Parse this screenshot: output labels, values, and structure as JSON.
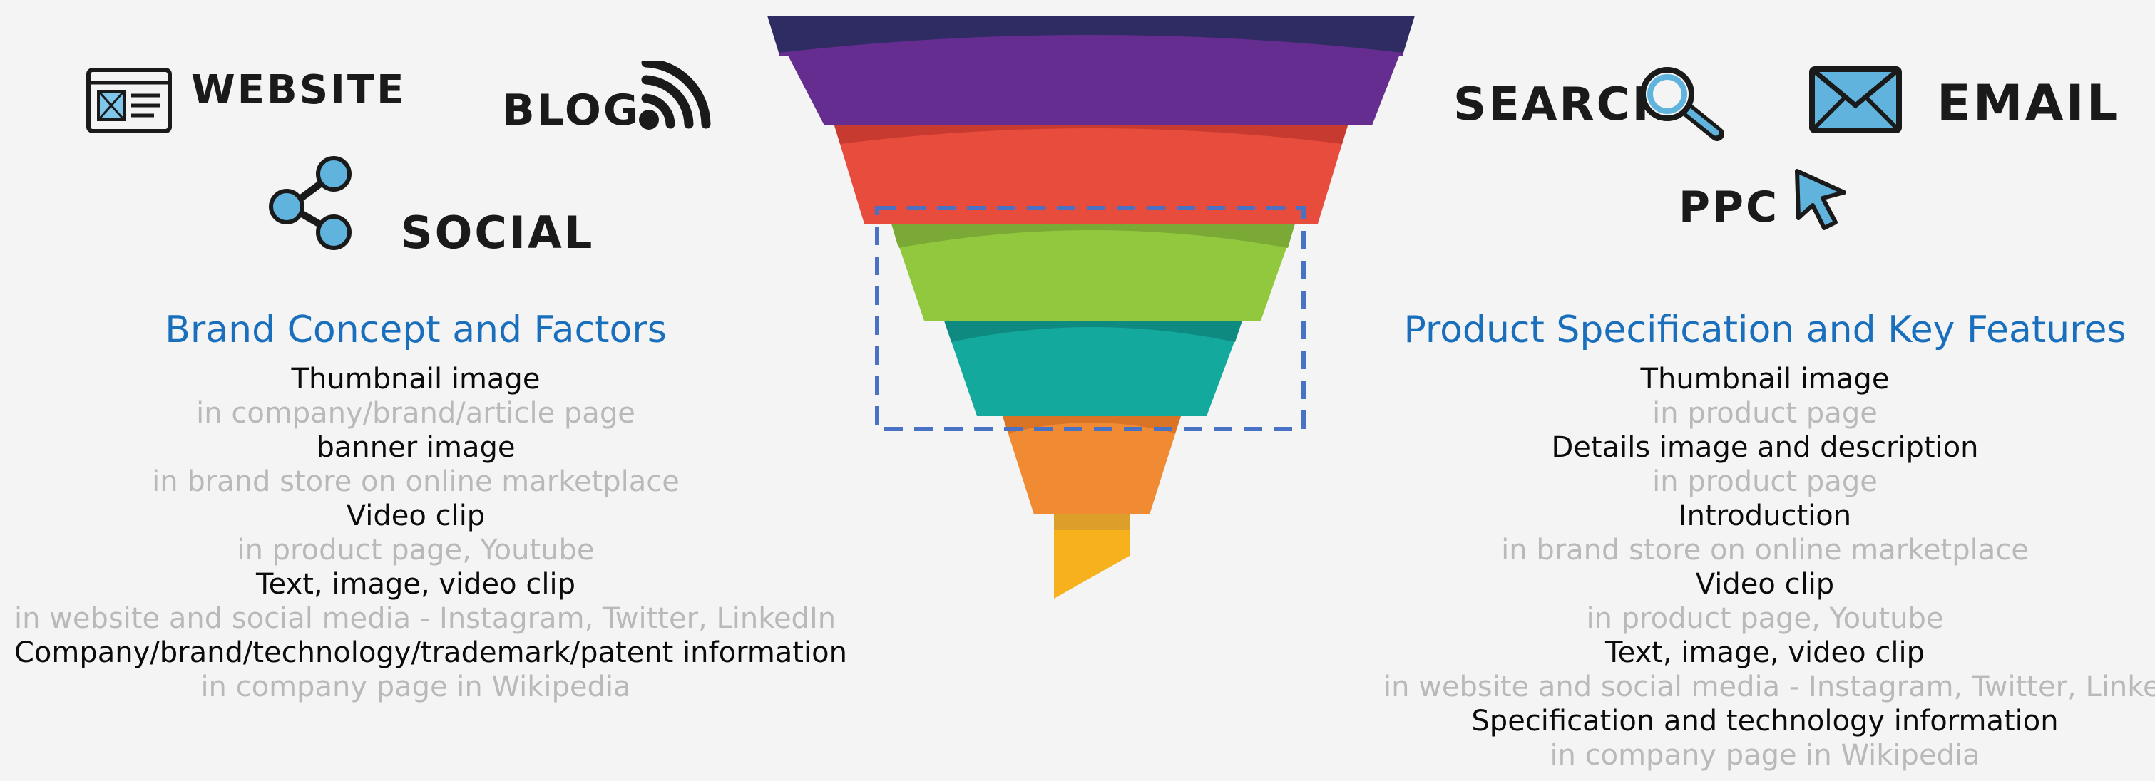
{
  "icons": {
    "website": "WEBSITE",
    "blog": "BLOG",
    "social": "SOCIAL",
    "search": "SEARCH",
    "email": "EMAIL",
    "ppc": "PPC"
  },
  "left": {
    "title": "Brand Concept and Factors",
    "lines": [
      {
        "text": "Thumbnail image",
        "kind": "primary"
      },
      {
        "text": "in company/brand/article page",
        "kind": "secondary"
      },
      {
        "text": "banner image",
        "kind": "primary"
      },
      {
        "text": "in brand store on online marketplace",
        "kind": "secondary"
      },
      {
        "text": "Video clip",
        "kind": "primary"
      },
      {
        "text": "in product page, Youtube",
        "kind": "secondary"
      },
      {
        "text": "Text, image, video clip",
        "kind": "primary"
      },
      {
        "text": "in website and social media - Instagram, Twitter, LinkedIn",
        "kind": "secondary"
      },
      {
        "text": "Company/brand/technology/trademark/patent information",
        "kind": "primary"
      },
      {
        "text": "in company page in Wikipedia",
        "kind": "secondary"
      }
    ]
  },
  "right": {
    "title": "Product Specification and Key Features",
    "lines": [
      {
        "text": "Thumbnail image",
        "kind": "primary"
      },
      {
        "text": "in product page",
        "kind": "secondary"
      },
      {
        "text": "Details image and description",
        "kind": "primary"
      },
      {
        "text": "in product page",
        "kind": "secondary"
      },
      {
        "text": "Introduction",
        "kind": "primary"
      },
      {
        "text": "in brand store on online marketplace",
        "kind": "secondary"
      },
      {
        "text": "Video clip",
        "kind": "primary"
      },
      {
        "text": "in product page, Youtube",
        "kind": "secondary"
      },
      {
        "text": "Text, image, video clip",
        "kind": "primary"
      },
      {
        "text": "in website and social media - Instagram, Twitter, LinkedIn",
        "kind": "secondary"
      },
      {
        "text": "Specification and technology information",
        "kind": "primary"
      },
      {
        "text": "in company page in Wikipedia",
        "kind": "secondary"
      }
    ]
  },
  "funnel": {
    "layer_colors": [
      "#662d91",
      "#e84c3d",
      "#92c83e",
      "#14a99d",
      "#f08b33",
      "#f6b11c"
    ],
    "top_band_color": "#2e2c63",
    "highlight_color": "#4a72c4"
  }
}
